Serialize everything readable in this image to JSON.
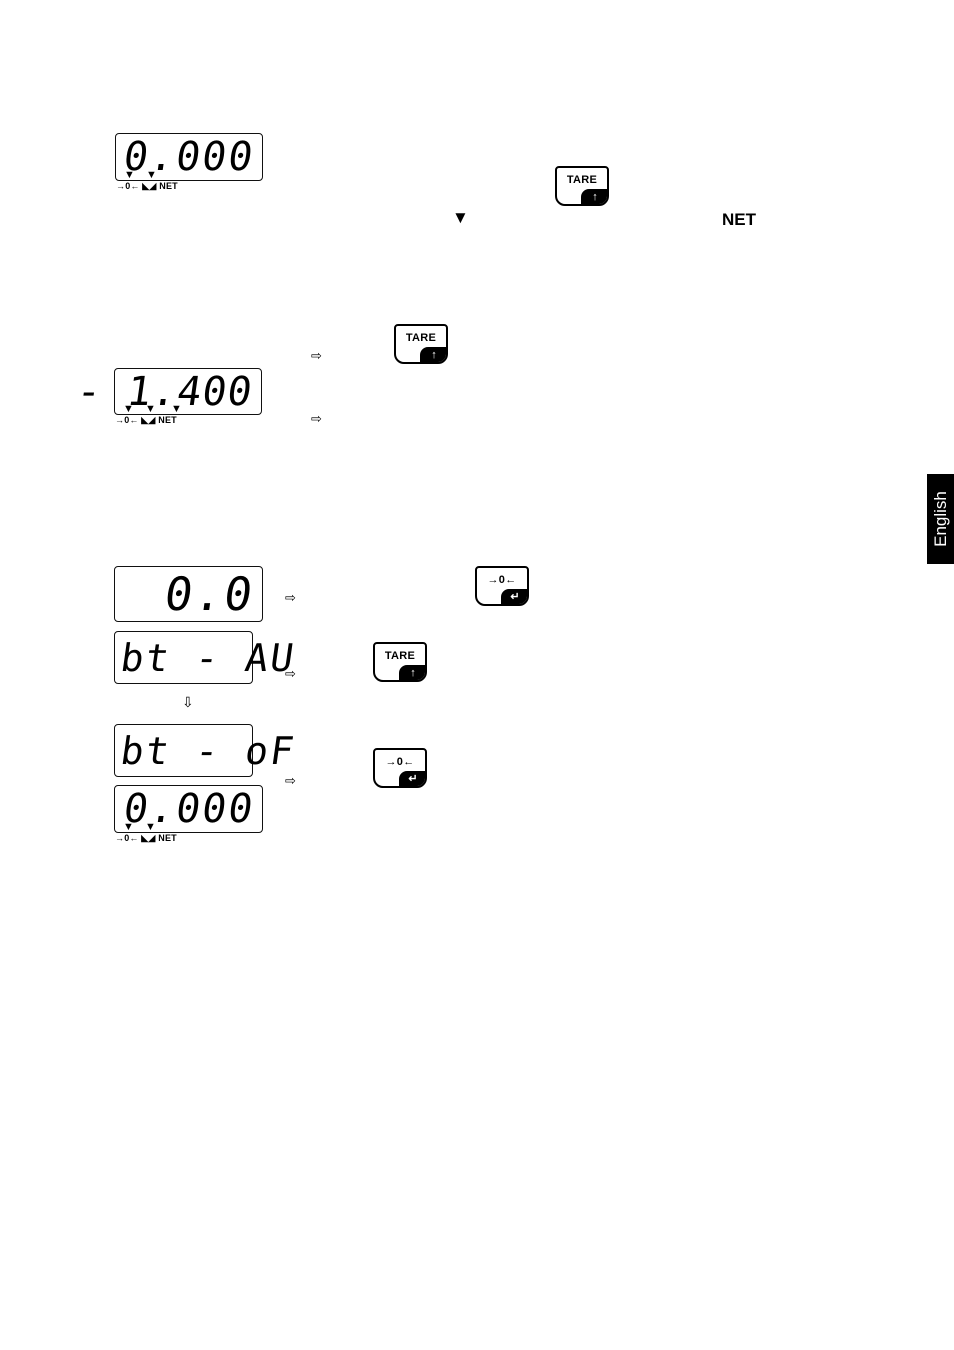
{
  "display_1": {
    "value": "0.000",
    "legend": "→0← ◣◢ NET"
  },
  "display_2": {
    "value": "- 1.400",
    "legend": "→0← ◣◢ NET"
  },
  "display_3": {
    "value": "0.0"
  },
  "display_4": {
    "value": "bt - AU"
  },
  "display_5": {
    "value": "bt - oF"
  },
  "display_6": {
    "value": "0.000",
    "legend": "→0← ◣◢ NET"
  },
  "indicator_symbol": "▼",
  "net_label": "NET",
  "keys": {
    "tare_label": "TARE",
    "tare_corner": "↑",
    "zero_label": "→0←",
    "zero_corner": "↵"
  },
  "arrow_right": "⇨",
  "arrow_down": "⇩",
  "side_tab": "English"
}
